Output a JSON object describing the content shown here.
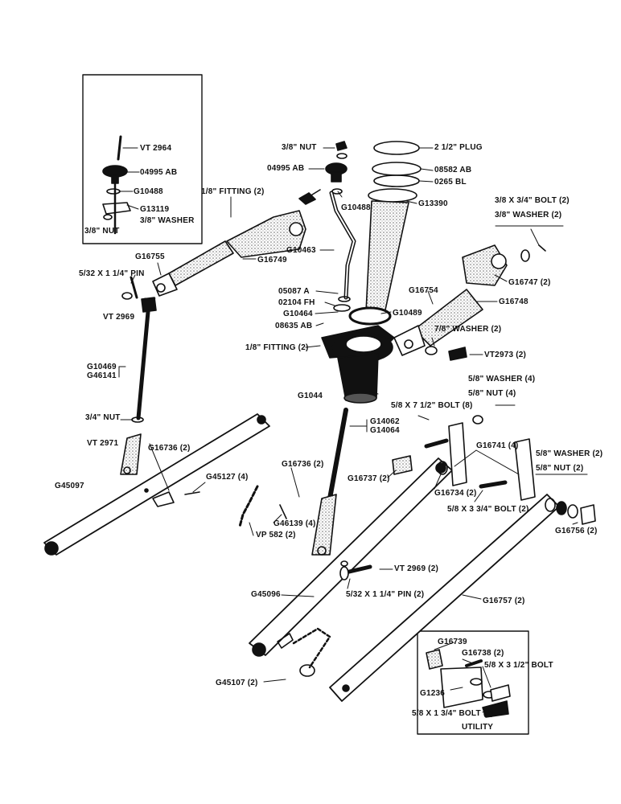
{
  "colors": {
    "ink": "#111111",
    "paper": "#ffffff",
    "shade": "#8a8a8a"
  },
  "labels": {
    "vt2964": "VT 2964",
    "o4995ab_inset": "04995 AB",
    "g10488_inset": "G10488",
    "g13119": "G13119",
    "washer38_inset": "3/8\" WASHER",
    "nut38_inset": "3/8\" NUT",
    "fitting18_top": "1/8\" FITTING (2)",
    "nut38_top": "3/8\" NUT",
    "o4995ab": "04995 AB",
    "g10488": "G10488",
    "plug": "2 1/2\" PLUG",
    "o8582ab": "08582 AB",
    "o265bl": "0265 BL",
    "g13390": "G13390",
    "bolt_top_right": "3/8 X 3/4\" BOLT (2)",
    "washer_top_right": "3/8\" WASHER (2)",
    "g16755": "G16755",
    "g16749": "G16749",
    "g10463": "G10463",
    "g16747": "G16747 (2)",
    "pin_left": "5/32 X 1 1/4\" PIN",
    "vt2969_left": "VT 2969",
    "o5087a": "05087 A",
    "o2104fh": "02104 FH",
    "g10464": "G10464",
    "o8635ab": "08635 AB",
    "g10489": "G10489",
    "g16754": "G16754",
    "g16748": "G16748",
    "washer78": "7/8\" WASHER (2)",
    "fitting18_mid": "1/8\" FITTING (2)",
    "vt2973": "VT2973 (2)",
    "g10469": "G10469",
    "g46141": "G46141",
    "g1044": "G1044",
    "washer58_4": "5/8\" WASHER (4)",
    "nut58_4": "5/8\" NUT (4)",
    "bolt58x712": "5/8 X 7 1/2\" BOLT (8)",
    "nut34": "3/4\" NUT",
    "g14062": "G14062",
    "g14064": "G14064",
    "vt2971": "VT 2971",
    "g16736_left": "G16736 (2)",
    "g16741": "G16741 (4)",
    "washer58_2": "5/8\" WASHER (2)",
    "nut58_2": "5/8\" NUT (2)",
    "g45097": "G45097",
    "g45127": "G45127 (4)",
    "g16736_mid": "G16736 (2)",
    "g16737": "G16737 (2)",
    "g16734": "G16734 (2)",
    "bolt58x334": "5/8 X 3 3/4\" BOLT (2)",
    "g46139": "G46139 (4)",
    "vp582": "VP 582 (2)",
    "g16756": "G16756 (2)",
    "vt2969_2": "VT 2969 (2)",
    "pin_mid": "5/32 X 1 1/4\" PIN (2)",
    "g45096": "G45096",
    "g16757": "G16757 (2)",
    "g45107": "G45107 (2)",
    "g16739": "G16739",
    "g16738": "G16738 (2)",
    "bolt58x312": "5/8 X 3 1/2\" BOLT",
    "g1236": "G1236",
    "bolt58x134": "5/8 X 1 3/4\" BOLT (2)",
    "utility": "UTILITY"
  }
}
